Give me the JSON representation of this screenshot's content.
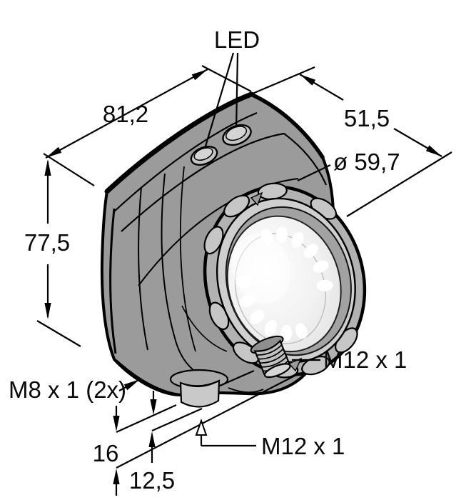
{
  "figure": {
    "type": "technical-dimension-drawing",
    "labels": {
      "led": "LED",
      "width": "81,2",
      "depth": "51,5",
      "lens_diameter": "ø 59,7",
      "height": "77,5",
      "mount_thread": "M8 x 1 (2x)",
      "offset_a": "16",
      "offset_b": "12,5",
      "connector_side": "M12 x 1",
      "connector_bottom": "M12 x 1"
    },
    "colors": {
      "outline": "#000000",
      "housing": "#9b9b9b",
      "bezel_rim": "#b2b2b2",
      "bezel_face": "#cfcfcf",
      "bezel_groove": "#a2a2a2",
      "lens_face": "#f0f0f0",
      "led_dot": "#ffffff",
      "connector": "#c9c9c9",
      "background": "#ffffff"
    }
  }
}
